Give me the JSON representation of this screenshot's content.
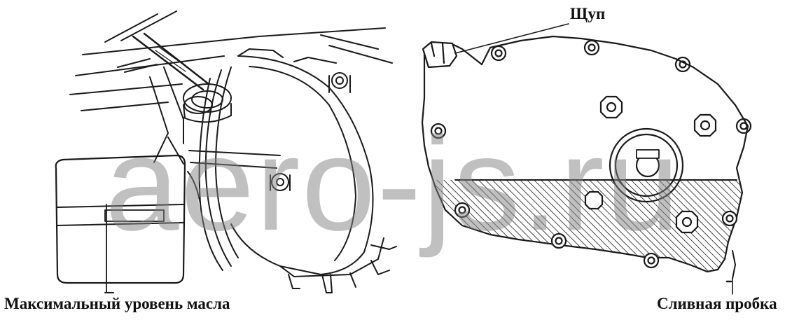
{
  "labels": {
    "max_oil_level": "Максимальный уровень масла",
    "dipstick": "Щуп",
    "drain_plug": "Сливная пробка"
  },
  "watermark": "aero-js.ru",
  "colors": {
    "ink": "#1a1a1a",
    "background": "#ffffff",
    "watermark": "#8c8c8c"
  }
}
